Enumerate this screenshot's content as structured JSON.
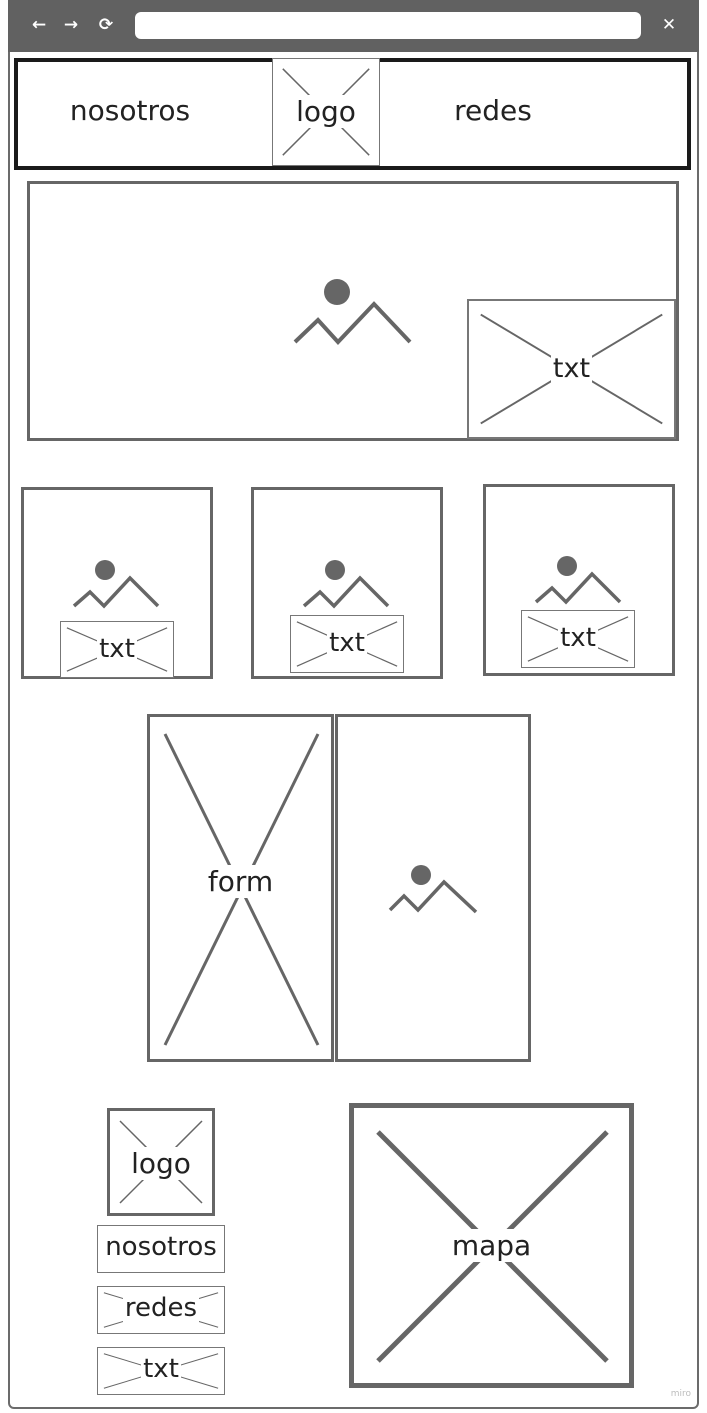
{
  "browser": {
    "back_icon": "arrow-left-icon",
    "forward_icon": "arrow-right-icon",
    "reload_icon": "reload-icon",
    "close_icon": "close-icon",
    "back_glyph": "←",
    "forward_glyph": "→",
    "reload_glyph": "⟳",
    "close_glyph": "✕",
    "url": ""
  },
  "header": {
    "left_label": "nosotros",
    "logo_label": "logo",
    "right_label": "redes"
  },
  "hero": {
    "image_icon": "image-icon",
    "text_label": "txt"
  },
  "cards": [
    {
      "image_icon": "image-icon",
      "text_label": "txt"
    },
    {
      "image_icon": "image-icon",
      "text_label": "txt"
    },
    {
      "image_icon": "image-icon",
      "text_label": "txt"
    }
  ],
  "contact": {
    "form_label": "form",
    "image_icon": "image-icon"
  },
  "footer": {
    "logo_label": "logo",
    "nosotros_label": "nosotros",
    "redes_label": "redes",
    "txt_label": "txt",
    "map_label": "mapa"
  },
  "watermark": "miro",
  "colors": {
    "chrome": "#616161",
    "stroke": "#666666",
    "header_border": "#1a1a1a",
    "background": "#ffffff"
  }
}
